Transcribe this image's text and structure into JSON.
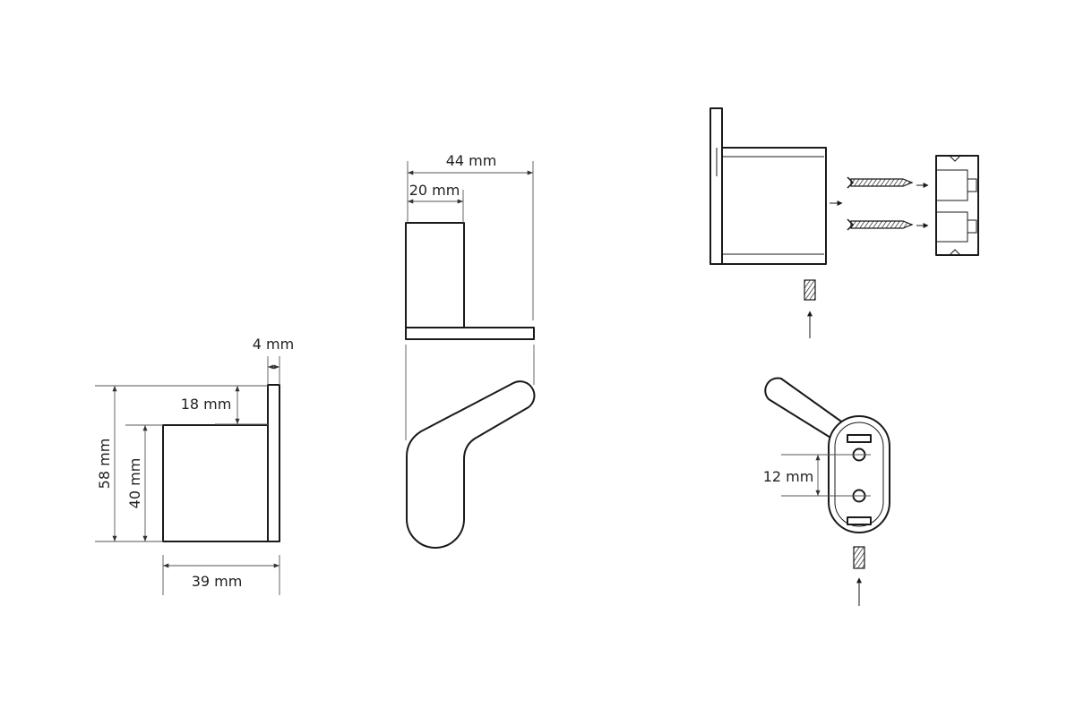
{
  "dimensions": {
    "plate_thickness": "4 mm",
    "offset_top": "18 mm",
    "total_height": "58 mm",
    "body_height": "40 mm",
    "body_width": "39 mm",
    "total_depth": "44 mm",
    "body_depth": "20 mm",
    "hole_spacing": "12 mm"
  },
  "colors": {
    "line": "#1a1a1a",
    "text": "#222222",
    "background": "#ffffff"
  },
  "icons": [
    "screw-icon",
    "wall-plug-icon",
    "grub-screw-icon",
    "arrow-icon"
  ]
}
